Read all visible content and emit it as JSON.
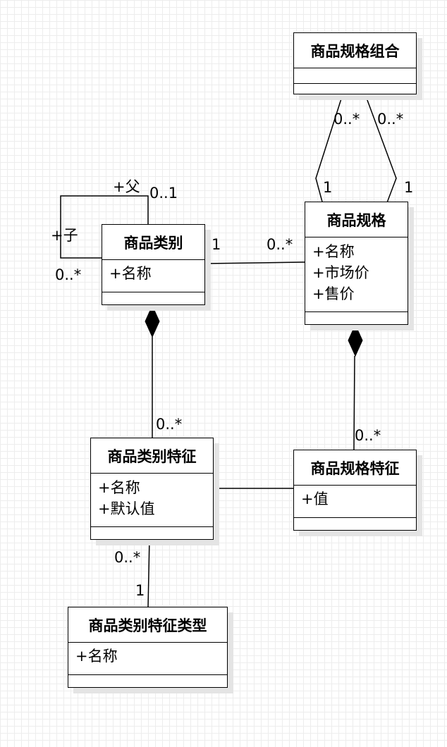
{
  "classes": {
    "spec_combo": {
      "name": "商品规格组合",
      "attributes": []
    },
    "category": {
      "name": "商品类别",
      "attributes": [
        "+名称"
      ]
    },
    "spec": {
      "name": "商品规格",
      "attributes": [
        "+名称",
        "+市场价",
        "+售价"
      ]
    },
    "category_feature": {
      "name": "商品类别特征",
      "attributes": [
        "+名称",
        "+默认值"
      ]
    },
    "spec_feature": {
      "name": "商品规格特征",
      "attributes": [
        "+值"
      ]
    },
    "category_feature_type": {
      "name": "商品类别特征类型",
      "attributes": [
        "+名称"
      ]
    }
  },
  "labels": {
    "combo_left_top": "0..*",
    "combo_right_top": "0..*",
    "combo_left_bottom": "1",
    "combo_right_bottom": "1",
    "self_parent_role": "+父",
    "self_parent_mult": "0..1",
    "self_child_role": "+子",
    "self_child_mult": "0..*",
    "cat_spec_left": "1",
    "cat_spec_right": "0..*",
    "cat_feature_mult": "0..*",
    "spec_feature_mult": "0..*",
    "feature_type_top": "0..*",
    "feature_type_bottom": "1"
  }
}
